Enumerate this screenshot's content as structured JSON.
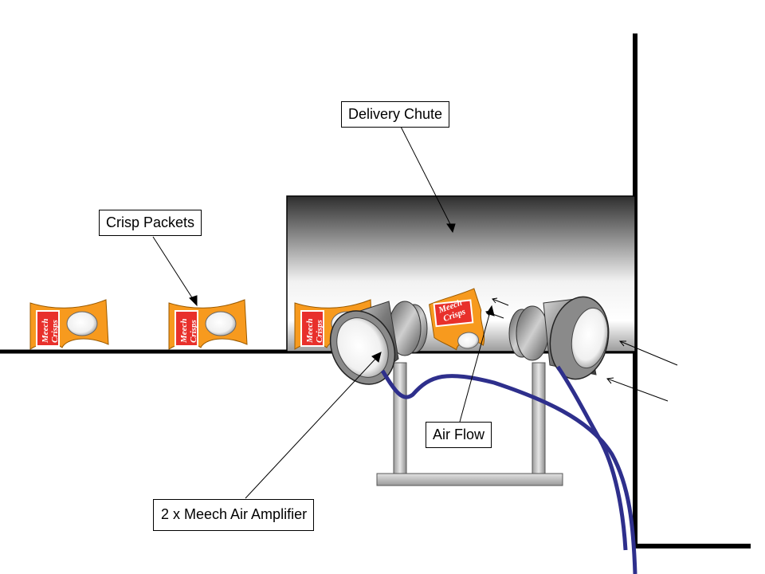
{
  "labels": {
    "delivery_chute": "Delivery Chute",
    "crisp_packets": "Crisp Packets",
    "air_flow": "Air Flow",
    "air_amplifier": "2 x Meech Air Amplifier"
  },
  "packet": {
    "line1": "Meech",
    "line2": "Crisps"
  },
  "colors": {
    "packet_orange": "#f79a1e",
    "packet_label": "#e8302b",
    "hose": "#2e2f8c",
    "amplifier_gray": "#6e6e6e",
    "chute_dark": "#3a3a3a",
    "outline": "#000000"
  },
  "icons": [
    "crisp-packet-icon",
    "air-amplifier-icon",
    "air-flow-arrow-icon"
  ]
}
